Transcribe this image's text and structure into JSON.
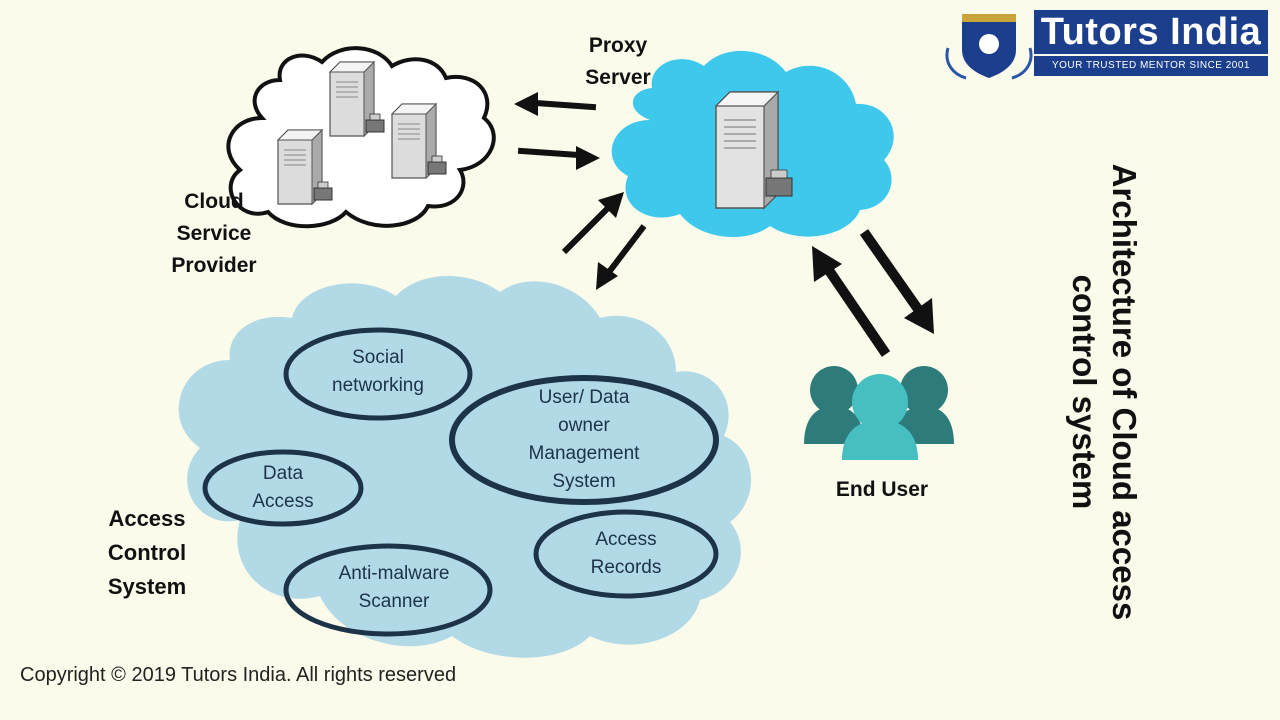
{
  "logo": {
    "name": "Tutors India",
    "tagline": "YOUR TRUSTED MENTOR SINCE 2001"
  },
  "title": "Architecture of Cloud access control system",
  "nodes": {
    "proxy_server": "Proxy Server",
    "cloud_service_provider": "Cloud Service Provider",
    "access_control_system": "Access Control System",
    "end_user": "End User"
  },
  "components": {
    "social_networking": "Social networking",
    "user_data_owner": "User/ Data owner Management System",
    "data_access": "Data Access",
    "access_records": "Access Records",
    "anti_malware": "Anti-malware Scanner"
  },
  "copyright": "Copyright © 2019 Tutors India. All rights reserved",
  "colors": {
    "background": "#fbfbec",
    "proxy_cloud": "#3ec9ec",
    "access_cloud": "#b2d9e6",
    "ellipse_stroke": "#1d3348",
    "user_dark": "#2e7b7b",
    "user_light": "#45bfbf",
    "logo_blue": "#1b3f8c"
  },
  "icons": {
    "server": "server-tower-icon",
    "users": "user-group-icon",
    "logo_crest": "crest-icon"
  }
}
